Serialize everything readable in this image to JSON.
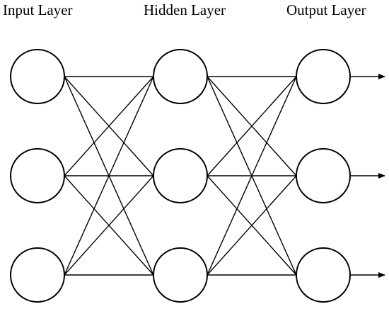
{
  "layers": [
    {
      "label": "Input Layer",
      "nodes": 3
    },
    {
      "label": "Hidden Layer",
      "nodes": 3
    },
    {
      "label": "Output Layer",
      "nodes": 3
    }
  ],
  "connections": "fully-connected",
  "output_arrows": true,
  "colors": {
    "stroke": "#000000",
    "background": "#ffffff"
  }
}
